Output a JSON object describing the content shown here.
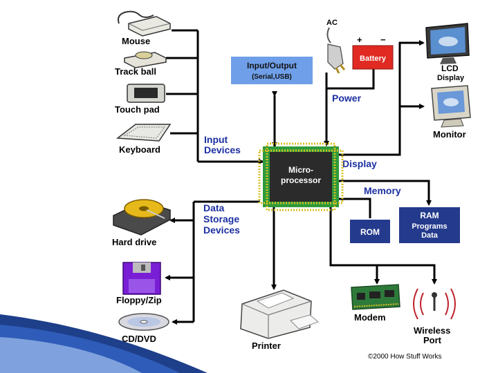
{
  "input_devices": {
    "heading_line1": "Input",
    "heading_line2": "Devices",
    "mouse": "Mouse",
    "trackball": "Track ball",
    "touchpad": "Touch pad",
    "keyboard": "Keyboard"
  },
  "io": {
    "line1": "Input/Output",
    "line2": "(Serial,USB)"
  },
  "power": {
    "ac": "AC",
    "plus": "+",
    "minus": "−",
    "battery": "Battery",
    "heading": "Power"
  },
  "display": {
    "heading": "Display",
    "lcd_line1": "LCD",
    "lcd_line2": "Display",
    "monitor": "Monitor"
  },
  "cpu": {
    "line1": "Micro-",
    "line2": "processor"
  },
  "memory": {
    "heading": "Memory",
    "rom": "ROM",
    "ram_line1": "RAM",
    "ram_line2": "Programs",
    "ram_line3": "Data"
  },
  "storage": {
    "heading_line1": "Data",
    "heading_line2": "Storage",
    "heading_line3": "Devices",
    "hard_drive": "Hard drive",
    "floppy": "Floppy/Zip",
    "cd": "CD/DVD"
  },
  "printer": "Printer",
  "modem": "Modem",
  "wireless": {
    "line1": "Wireless",
    "line2": "Port"
  },
  "credit": "©2000 How Stuff Works",
  "colors": {
    "heading_blue": "#1b2fa0",
    "io_box": "#6f9fe8",
    "battery_red": "#e02a22",
    "memory_box": "#243a8c",
    "chip_green": "#2f9a3a",
    "floppy_purple": "#7a1ed6",
    "slide_band": "#1e3f8a"
  }
}
